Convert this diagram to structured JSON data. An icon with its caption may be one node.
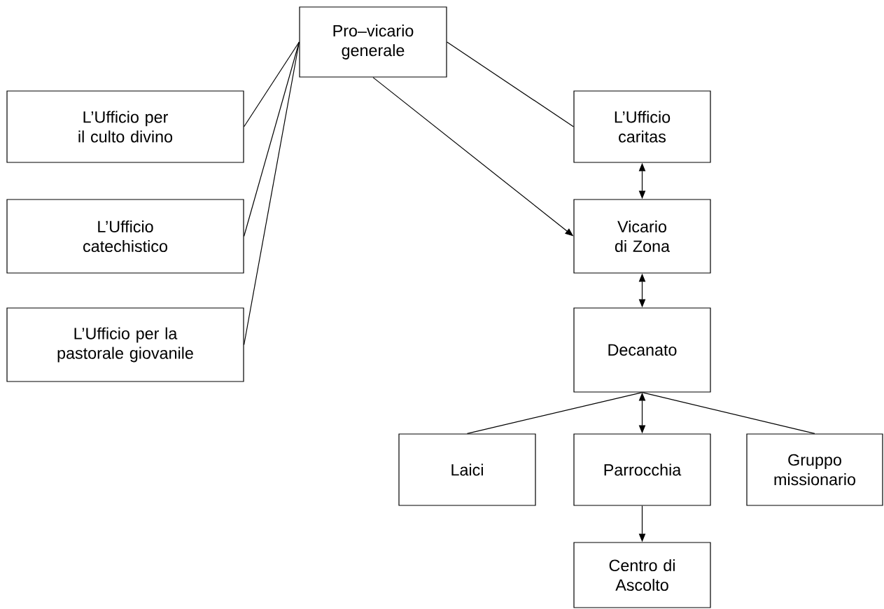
{
  "diagram": {
    "nodes": [
      {
        "text": [
          "Pro–vicario generale"
        ]
      },
      {
        "text": [
          "L’Ufficio per il culto divino"
        ]
      },
      {
        "text": [
          "L’Ufficio catechistico"
        ]
      },
      {
        "text": [
          "L’Ufficio per la pastorale giovanile"
        ]
      },
      {
        "text": [
          "L’Ufficio caritas"
        ]
      },
      {
        "text": [
          "Vicario di Zona"
        ]
      },
      {
        "text": [
          "Decanato"
        ]
      },
      {
        "text": [
          "Laici"
        ]
      },
      {
        "text": [
          "Parrocchia"
        ]
      },
      {
        "text": [
          "Gruppo missionario"
        ]
      },
      {
        "text": [
          "Centro di Ascolto"
        ]
      }
    ],
    "edges": [
      {
        "from": 0,
        "to": 1,
        "arrow": "none"
      },
      {
        "from": 0,
        "to": 2,
        "arrow": "none"
      },
      {
        "from": 0,
        "to": 3,
        "arrow": "none"
      },
      {
        "from": 0,
        "to": 4,
        "arrow": "none"
      },
      {
        "from": 0,
        "to": 5,
        "arrow": "to"
      },
      {
        "from": 4,
        "to": 5,
        "arrow": "both"
      },
      {
        "from": 5,
        "to": 6,
        "arrow": "both"
      },
      {
        "from": 6,
        "to": 7,
        "arrow": "none"
      },
      {
        "from": 6,
        "to": 8,
        "arrow": "both"
      },
      {
        "from": 6,
        "to": 9,
        "arrow": "none"
      },
      {
        "from": 8,
        "to": 10,
        "arrow": "to"
      }
    ]
  }
}
